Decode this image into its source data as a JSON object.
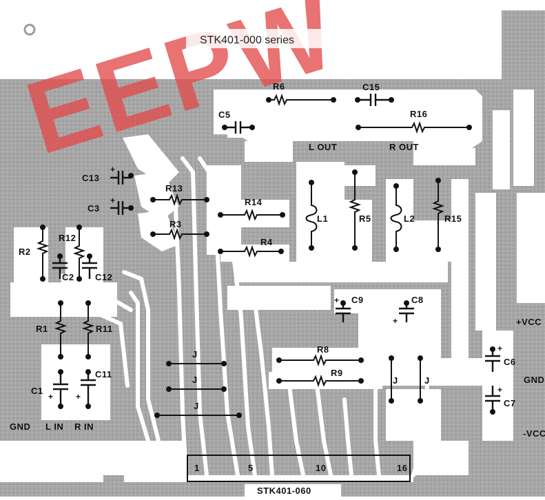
{
  "header": {
    "series_title": "STK401-000 series",
    "watermark": "EEPW"
  },
  "board": {
    "ic_label": "STK401-060",
    "pin_numbers": [
      "1",
      "5",
      "10",
      "16"
    ],
    "components": {
      "R6": "R6",
      "C15": "C15",
      "C5": "C5",
      "R16": "R16",
      "L_OUT": "L OUT",
      "R_OUT": "R OUT",
      "C13": "C13",
      "C3": "C3",
      "R13": "R13",
      "R3": "R3",
      "R14": "R14",
      "R4": "R4",
      "L1": "L1",
      "R5": "R5",
      "L2": "L2",
      "R15": "R15",
      "R2": "R2",
      "R12": "R12",
      "C2": "C2",
      "C12": "C12",
      "R1": "R1",
      "R11": "R11",
      "C1": "C1",
      "C11": "C11",
      "C9": "C9",
      "C8": "C8",
      "R8": "R8",
      "R9": "R9",
      "C6": "C6",
      "C7": "C7",
      "J": "J"
    },
    "terminals": {
      "gnd_left": "GND",
      "l_in": "L IN",
      "r_in": "R IN",
      "vcc_pos": "+VCC",
      "gnd_right": "GND",
      "vcc_neg": "-VCC"
    },
    "colors": {
      "copper": "#a9a9a9",
      "trace": "#ffffff",
      "ink": "#111111",
      "watermark": "#e34b4b"
    }
  }
}
